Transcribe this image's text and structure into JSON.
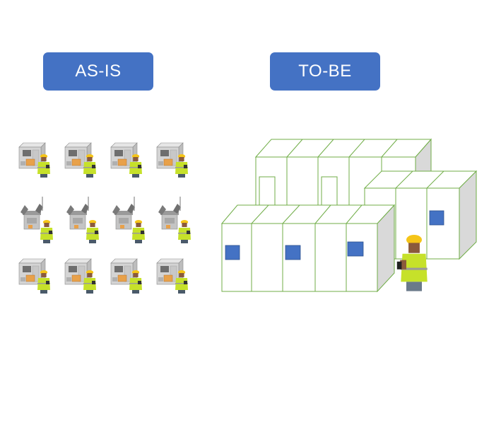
{
  "labels": {
    "as_is": "AS-IS",
    "to_be": "TO-BE"
  },
  "colors": {
    "pill": "#4472c4",
    "cabinet_stroke": "#70ad47",
    "cabinet_side": "#d9d9d9",
    "panel": "#4472c4",
    "vest": "#c6e12a",
    "helmet": "#f5c518"
  },
  "as_is_grid": {
    "rows": [
      "box-machine",
      "robot-machine",
      "box-machine"
    ],
    "columns": 4
  }
}
